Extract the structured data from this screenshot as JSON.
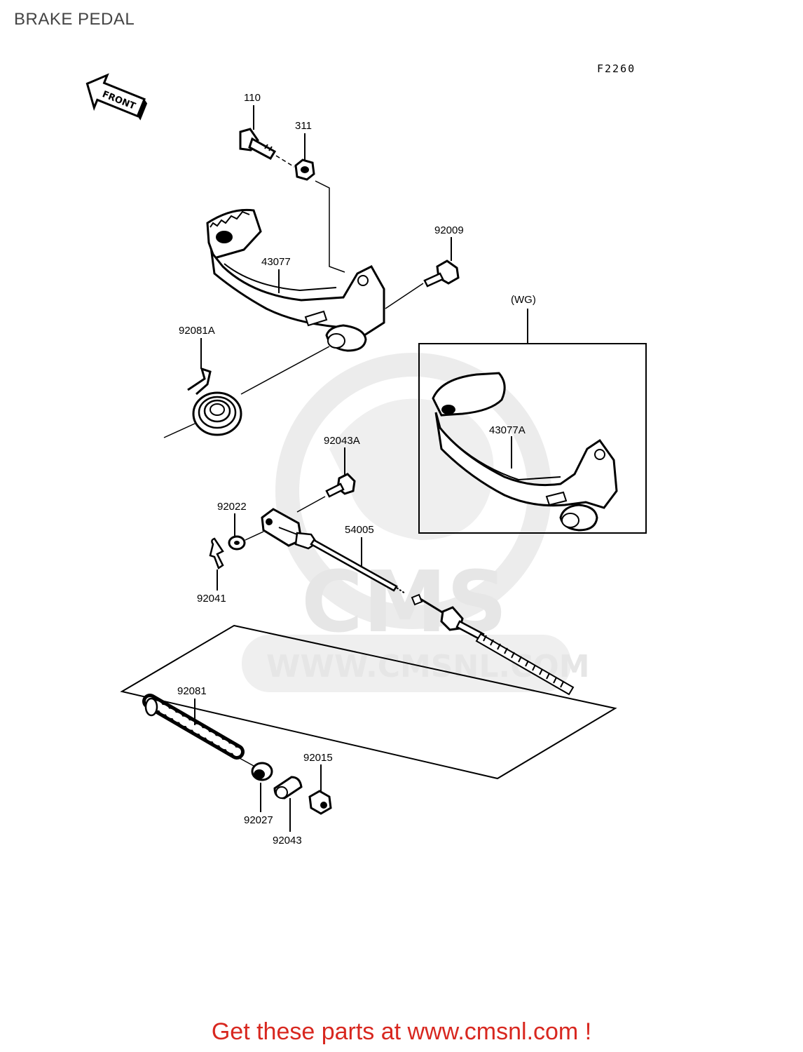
{
  "header": {
    "title": "BRAKE PEDAL"
  },
  "diagram": {
    "code": "F2260",
    "front_label": "FRONT",
    "variant_label": "(WG)",
    "watermark": {
      "logo_text": "CMS",
      "url": "WWW.CMSNL.COM"
    },
    "parts": {
      "p110": "110",
      "p311": "311",
      "p92009": "92009",
      "p43077": "43077",
      "p92081A": "92081A",
      "p43077A": "43077A",
      "p92043A": "92043A",
      "p92022": "92022",
      "p54005": "54005",
      "p92041": "92041",
      "p92081": "92081",
      "p92015": "92015",
      "p92027": "92027",
      "p92043": "92043"
    }
  },
  "footer": {
    "text": "Get these parts at www.cmsnl.com !"
  }
}
